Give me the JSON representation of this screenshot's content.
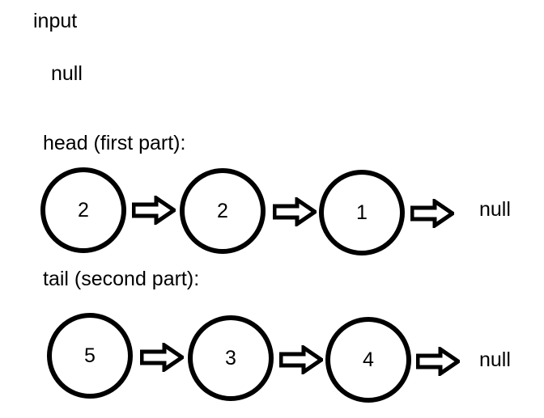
{
  "diagram": {
    "title_label": "input",
    "input_value": "null",
    "section_head_label": "head (first part):",
    "section_tail_label": "tail (second part):",
    "stroke_color": "#000000",
    "background_color": "#ffffff",
    "rows": [
      {
        "name": "head-list",
        "nodes": [
          {
            "value": "2"
          },
          {
            "value": "2"
          },
          {
            "value": "1"
          }
        ],
        "terminator": "null",
        "arrow_count": 3
      },
      {
        "name": "tail-list",
        "nodes": [
          {
            "value": "5"
          },
          {
            "value": "3"
          },
          {
            "value": "4"
          }
        ],
        "terminator": "null",
        "arrow_count": 3
      }
    ]
  }
}
